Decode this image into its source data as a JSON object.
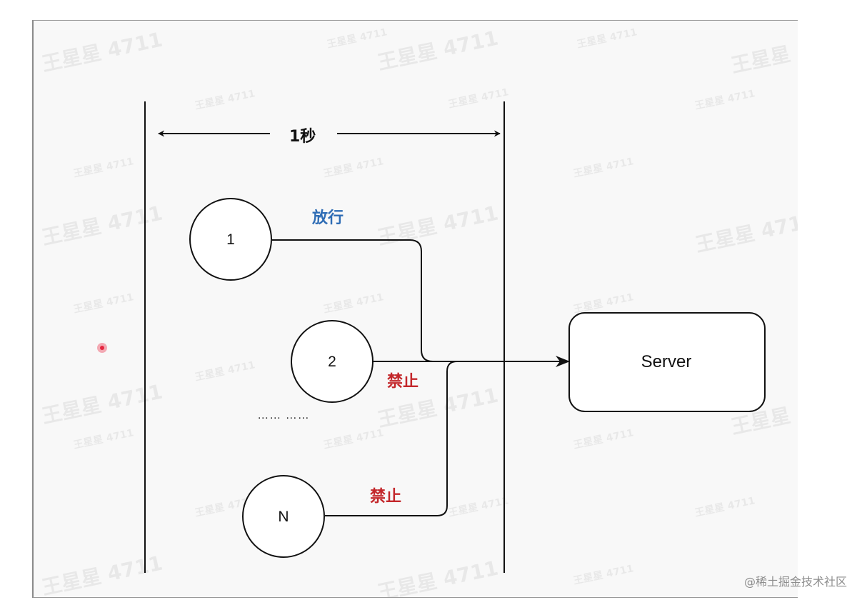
{
  "window_label": "1秒",
  "nodes": [
    {
      "id": "1",
      "label": "1"
    },
    {
      "id": "2",
      "label": "2"
    },
    {
      "id": "N",
      "label": "N"
    }
  ],
  "ellipsis": "…… ……",
  "server": {
    "label": "Server"
  },
  "edge_labels": {
    "allow": "放行",
    "deny_2": "禁止",
    "deny_n": "禁止"
  },
  "colors": {
    "allow": "#2f6db5",
    "deny": "#c3272b",
    "line": "#111111",
    "pointer": "#e5263f"
  },
  "watermark": "王星星 4711",
  "footer": "@稀土掘金技术社区",
  "icons": {
    "pointer": "laser-pointer-dot"
  }
}
